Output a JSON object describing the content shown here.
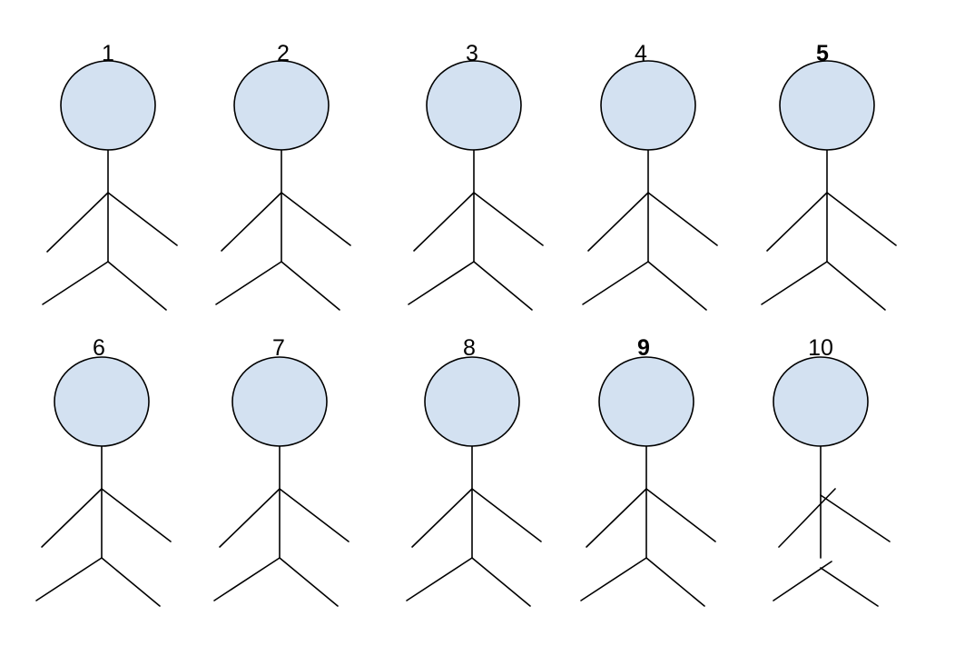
{
  "figures": [
    {
      "label": "1",
      "bold": false,
      "variant": "normal"
    },
    {
      "label": "2",
      "bold": false,
      "variant": "normal"
    },
    {
      "label": "3",
      "bold": false,
      "variant": "normal"
    },
    {
      "label": "4",
      "bold": false,
      "variant": "normal"
    },
    {
      "label": "5",
      "bold": true,
      "variant": "normal"
    },
    {
      "label": "6",
      "bold": false,
      "variant": "normal"
    },
    {
      "label": "7",
      "bold": false,
      "variant": "normal"
    },
    {
      "label": "8",
      "bold": false,
      "variant": "normal"
    },
    {
      "label": "9",
      "bold": true,
      "variant": "normal"
    },
    {
      "label": "10",
      "bold": false,
      "variant": "crossed"
    }
  ],
  "colors": {
    "head_fill": "#d3e1f1",
    "stroke": "#000000"
  }
}
